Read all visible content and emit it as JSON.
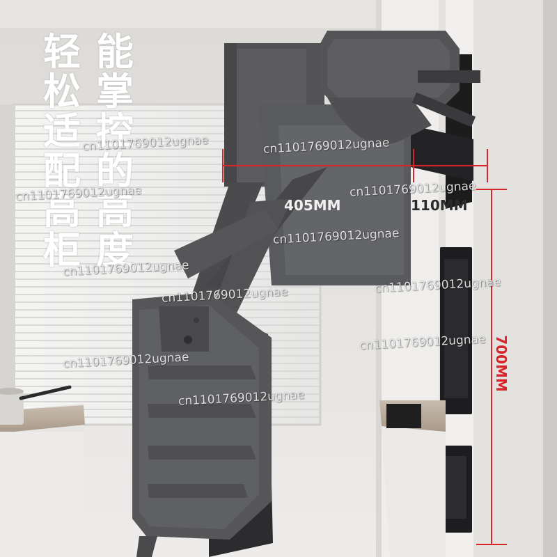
{
  "headline": {
    "column_left": [
      "轻",
      "松",
      "适",
      "配",
      "高",
      "柜"
    ],
    "column_right": [
      "能",
      "掌",
      "控",
      "的",
      "高",
      "度"
    ]
  },
  "dimensions": {
    "depth": "405MM",
    "offset": "110MM",
    "drop": "700MM"
  },
  "watermark": "cn1101769012ugnae",
  "colors": {
    "dimension_line": "#d8252b",
    "mechanism": "#4a4a4c",
    "headline_text": "#ffffff"
  }
}
